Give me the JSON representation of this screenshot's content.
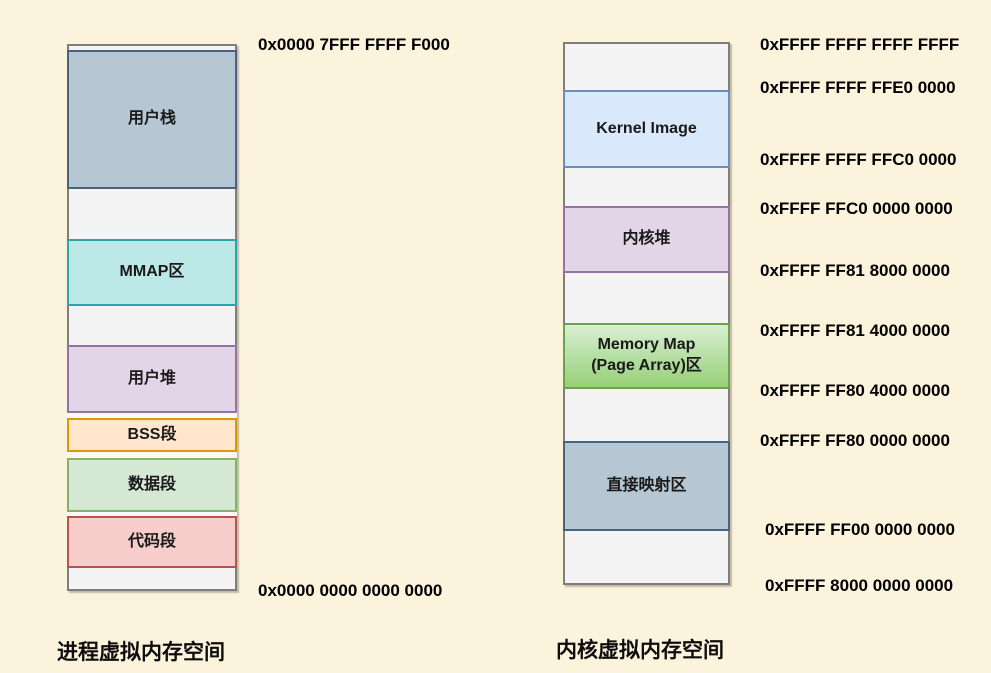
{
  "palette": {
    "background": "#FCF3DD",
    "empty_segment_fill": "#F4F4F4",
    "column_border": "#7E7E7E",
    "user_stack_fill": "#B6C6D2",
    "user_stack_border": "#46637F",
    "mmap_fill": "#BDE8E8",
    "mmap_border": "#2FA3A8",
    "heap_fill": "#E1D5E7",
    "heap_border": "#9673A6",
    "bss_fill": "#FFE6CC",
    "bss_border": "#D79B00",
    "data_fill": "#D5E8D4",
    "data_border": "#82B366",
    "code_fill": "#F8CECC",
    "code_border": "#B85450",
    "kernel_image_fill": "#DAE8FC",
    "kernel_image_border": "#6C8EBF",
    "memory_map_fill_top": "#D8EFD3",
    "memory_map_fill_bottom": "#97D077",
    "memory_map_border": "#6BA24D",
    "direct_map_fill": "#B6C6D2",
    "direct_map_border": "#46637F"
  },
  "process": {
    "title": "进程虚拟内存空间",
    "address_top": "0x0000 7FFF FFFF F000",
    "address_bottom": "0x0000 0000 0000 0000",
    "segments": {
      "user_stack": "用户栈",
      "mmap": "MMAP区",
      "user_heap": "用户堆",
      "bss": "BSS段",
      "data": "数据段",
      "code": "代码段"
    }
  },
  "kernel": {
    "title": "内核虚拟内存空间",
    "segments": {
      "kernel_image": "Kernel Image",
      "kernel_heap": "内核堆",
      "memory_map_line1": "Memory Map",
      "memory_map_line2": "(Page Array)区",
      "direct_map": "直接映射区"
    },
    "addresses": [
      "0xFFFF FFFF FFFF FFFF",
      "0xFFFF FFFF FFE0 0000",
      "0xFFFF FFFF FFC0 0000",
      "0xFFFF FFC0 0000 0000",
      "0xFFFF FF81 8000 0000",
      "0xFFFF FF81 4000 0000",
      "0xFFFF FF80 4000 0000",
      "0xFFFF FF80 0000 0000",
      "0xFFFF FF00 0000 0000",
      "0xFFFF 8000 0000 0000"
    ]
  }
}
